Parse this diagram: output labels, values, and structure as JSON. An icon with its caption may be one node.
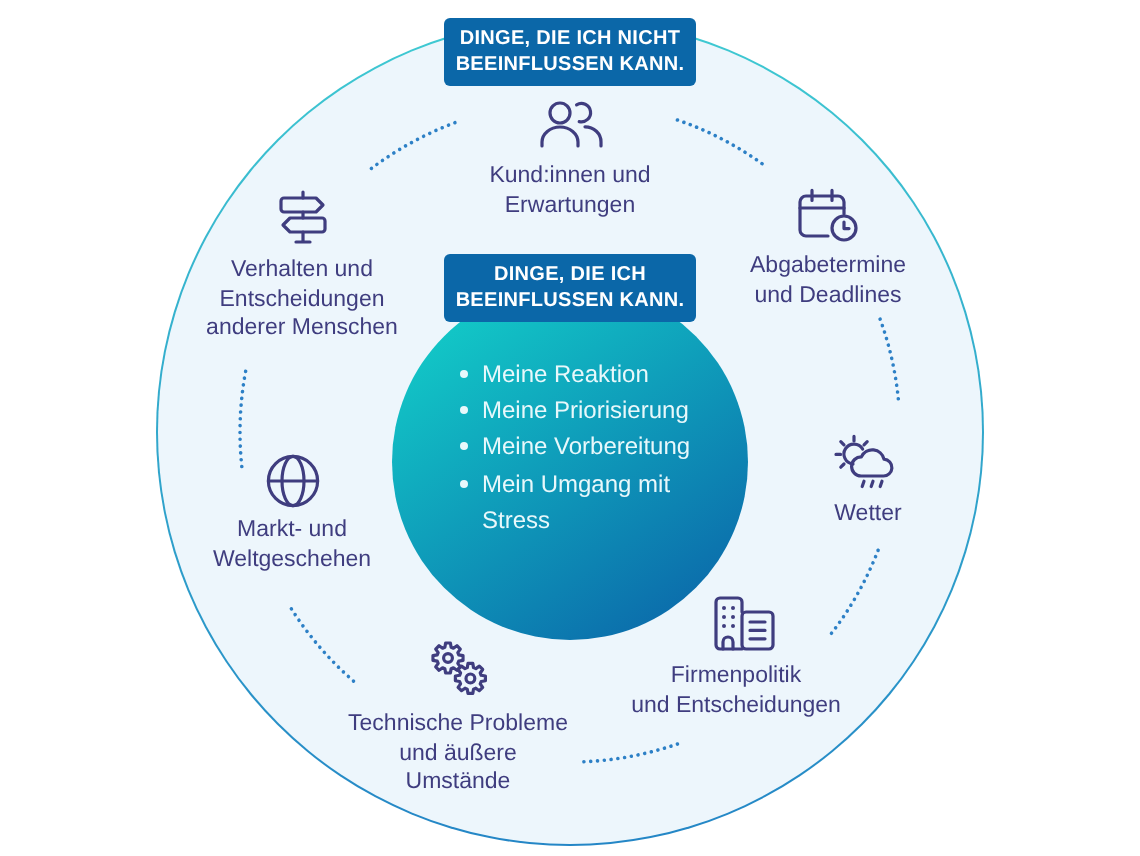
{
  "diagram": {
    "nodes": [
      {
        "text": [
          "DINGE, DIE ICH NICHT BEEINFLUSSEN KANN."
        ]
      },
      {
        "text": [
          "DINGE, DIE ICH BEEINFLUSSEN KANN.",
          "Meine Reaktion",
          "Meine Priorisierung",
          "Meine Vorbereitung",
          "Mein Umgang mit Stress"
        ],
        "in": 0
      }
    ],
    "labels": [
      "Kund:innen und Erwartungen",
      "Verhalten und Entscheidungen anderer Menschen",
      "Abgabetermine und Deadlines",
      "Markt- und Weltgeschehen",
      "Wetter",
      "Firmenpolitik und Entscheidungen",
      "Technische Probleme und äußere Umstände"
    ]
  }
}
